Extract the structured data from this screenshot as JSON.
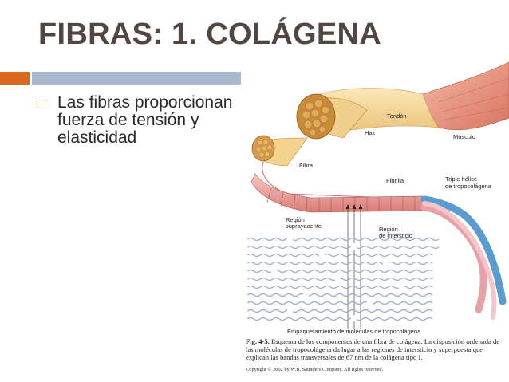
{
  "slide": {
    "title": "FIBRAS: 1. COLÁGENA",
    "bullet": "Las fibras proporcionan fuerza de tensión y elasticidad",
    "colors": {
      "title": "#524640",
      "accent_orange": "#d8691f",
      "accent_blue": "#a8b8cf"
    }
  },
  "figure": {
    "labels": {
      "tendon": "Tendón",
      "musculo": "Músculo",
      "haz": "Haz",
      "fibra": "Fibra",
      "fibrilla": "Fibrilla",
      "triple_helice_1": "Triple hélice",
      "triple_helice_2": "de tropocolágena",
      "region_supra_1": "Región",
      "region_supra_2": "suprayacente",
      "region_inter_1": "Región",
      "region_inter_2": "de intersticio",
      "empaquetamiento": "Empaquetamiento de moléculas de tropocolágena"
    },
    "caption_label": "Fig. 4-5.",
    "caption_text": "Esquema de los componentes de una fibra de colágena. La disposición ordenada de las moléculas de tropocolágena da lugar a las regiones de intersticio y superpuesta que explican las bandas transversales de 67 nm de la colágena tipo I.",
    "copyright": "Copyright © 2002 by W.B. Saunders Company. All rights reserved."
  }
}
